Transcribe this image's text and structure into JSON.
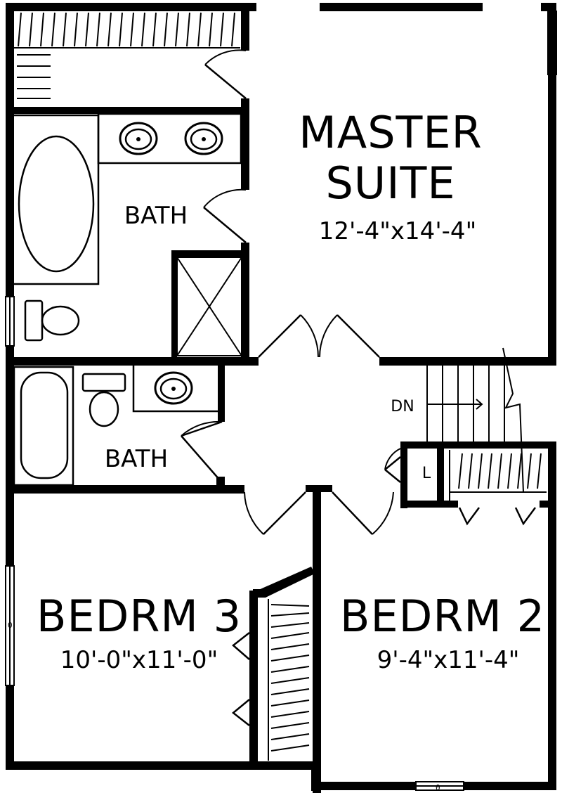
{
  "rooms": {
    "master": {
      "name_line1": "MASTER",
      "name_line2": "SUITE",
      "dim": "12'-4\"x14'-4\""
    },
    "bath_master": {
      "name": "BATH"
    },
    "bath_hall": {
      "name": "BATH"
    },
    "bedroom3": {
      "name": "BEDRM 3",
      "dim": "10'-0\"x11'-0\""
    },
    "bedroom2": {
      "name": "BEDRM 2",
      "dim": "9'-4\"x11'-4\""
    },
    "linen": {
      "name": "L"
    }
  },
  "stairs": {
    "label": "DN"
  },
  "window_marks": {
    "left": "0",
    "bottom": "0"
  }
}
